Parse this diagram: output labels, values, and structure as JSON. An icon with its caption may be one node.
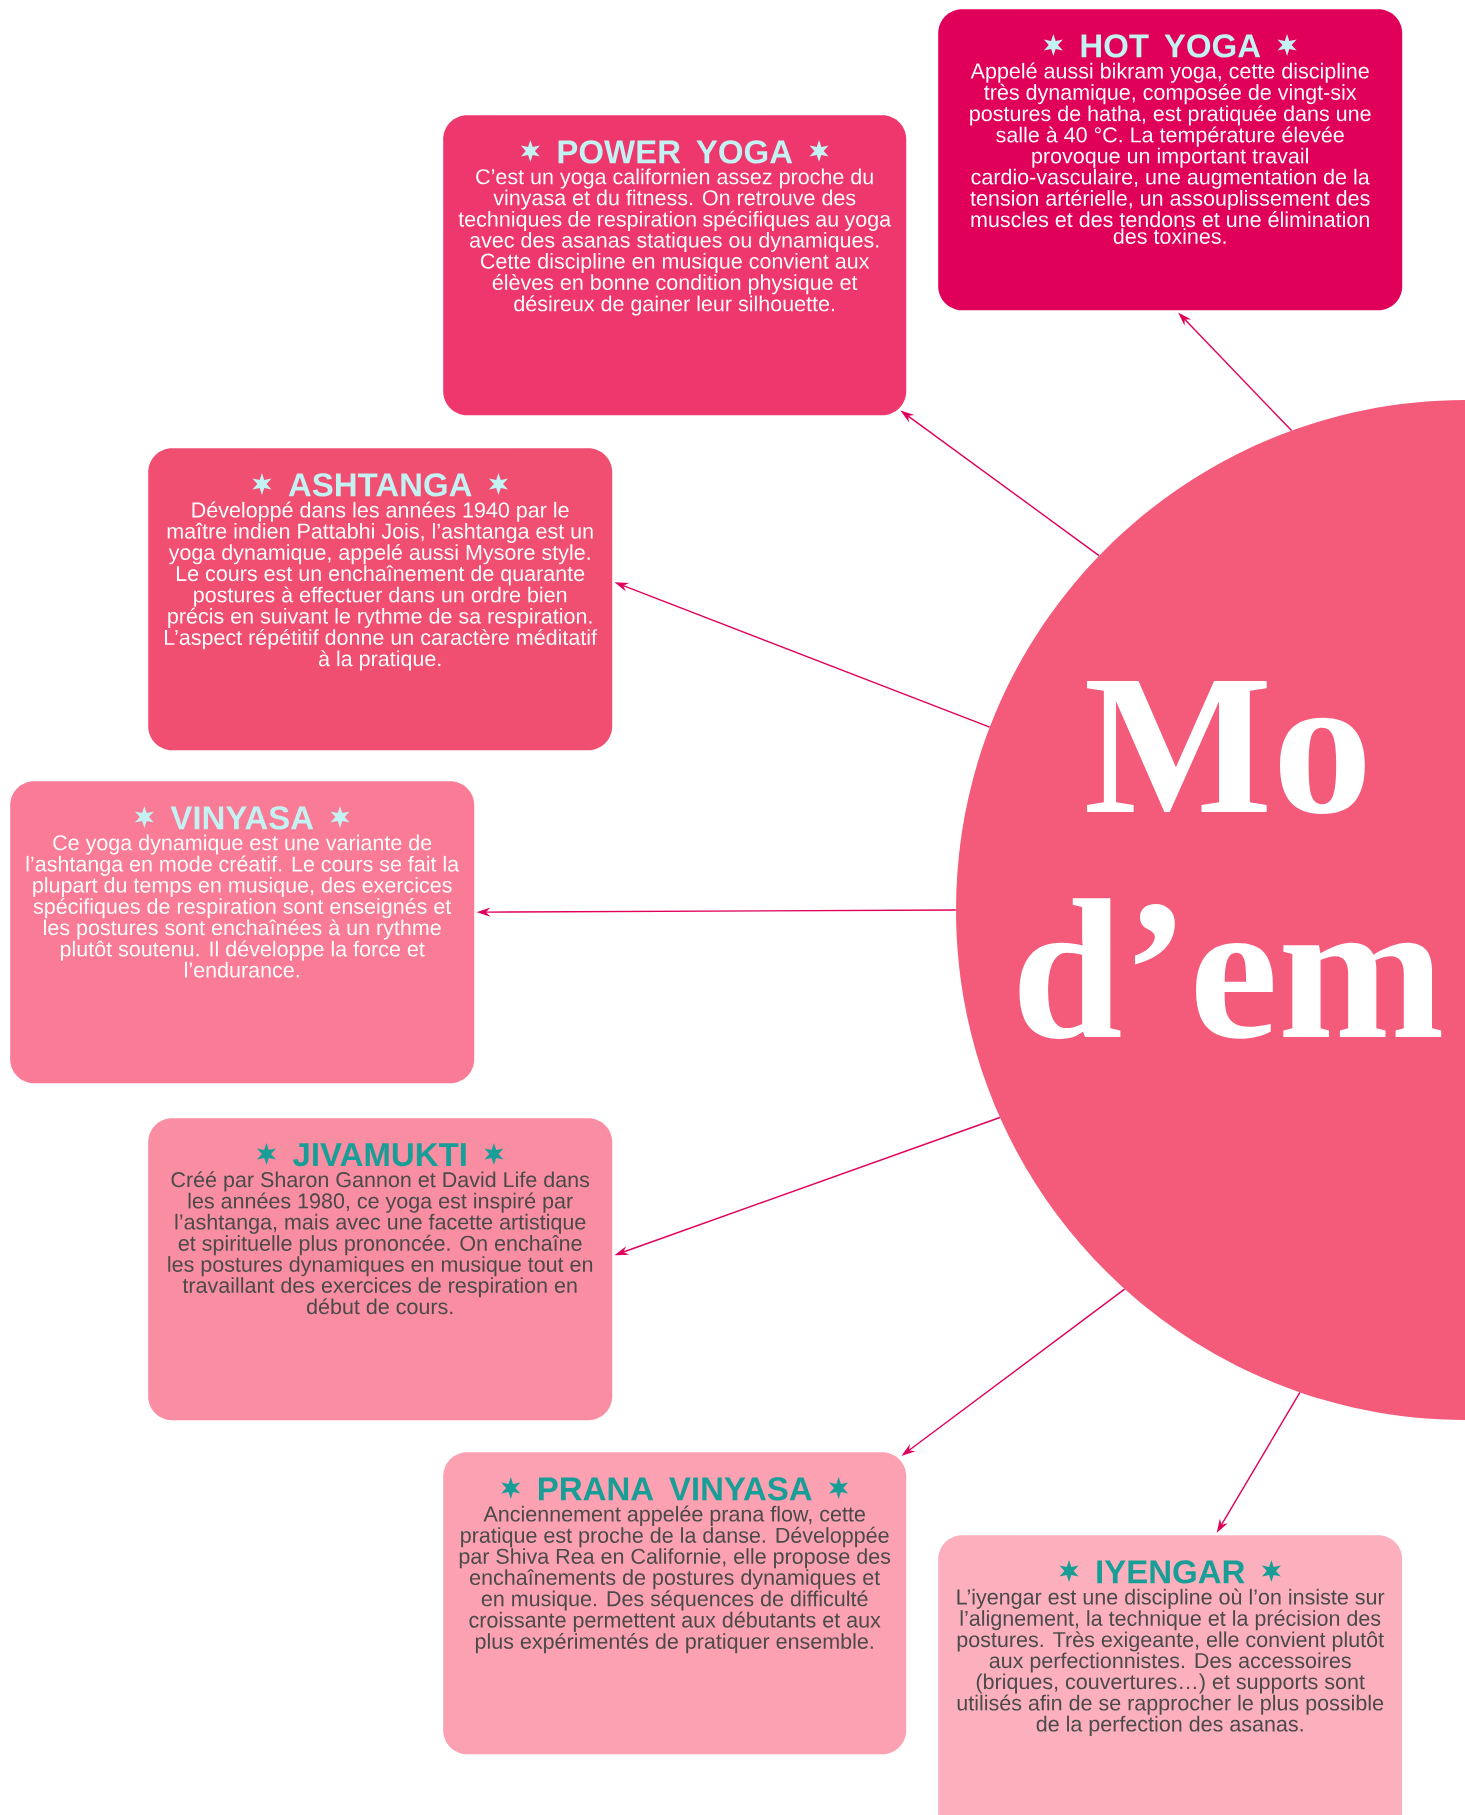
{
  "diagram": {
    "nodes": [
      {
        "text": [
          "HOT YOGA",
          "Appelé aussi bikram yoga, cette discipline très dynamique, composée de vingt-six postures de hatha, est pratiquée dans une salle à 40 °C. La température élevée provoque un important travail cardio-vasculaire, une augmentation de la tension artérielle, un assouplissement des muscles et des tendons et une élimination des toxines."
        ]
      },
      {
        "text": [
          "POWER YOGA",
          "C’est un yoga californien assez proche du vinyasa et du fitness. On retrouve des techniques de respiration spécifiques au yoga avec des asanas statiques ou dynamiques. Cette discipline en musique convient aux élèves en bonne condition physique et désireux de gainer leur silhouette."
        ]
      },
      {
        "text": [
          "ASHTANGA",
          "Développé dans les années 1940 par le maître indien Pattabhi Jois, l’ashtanga est un yoga dynamique, appelé aussi Mysore style. Le cours est un enchaînement de quarante postures à effectuer dans un ordre bien précis en suivant le rythme de sa respiration. L’aspect répétitif donne un caractère méditatif à la pratique."
        ]
      },
      {
        "text": [
          "VINYASA",
          "Ce yoga dynamique est une variante de l’ashtanga en mode créatif. Le cours se fait la plupart du temps en musique, des exercices spécifiques de respiration sont enseignés et les postures sont enchaînées à un rythme plutôt soutenu. Il développe la force et l’endurance."
        ]
      },
      {
        "text": [
          "JIVAMUKTI",
          "Créé par Sharon Gannon et David Life dans les années 1980, ce yoga est inspiré par l’ashtanga, mais avec une facette artistique et spirituelle plus prononcée. On enchaîne les postures dynamiques en musique tout en travaillant des exercices de respiration en début de cours."
        ]
      },
      {
        "text": [
          "PRANA VINYASA",
          "Anciennement appelée prana flow, cette pratique est proche de la danse. Développée par Shiva Rea en Californie, elle propose des enchaînements de postures dynamiques et en musique. Des séquences de difficulté croissante permettent aux débutants et aux plus expérimentés de pratiquer ensemble."
        ]
      },
      {
        "text": [
          "IYENGAR",
          "L’iyengar est une discipline où l’on insiste sur l’alignement, la technique et la précision des postures. Très exigeante, elle convient plutôt aux perfectionnistes. Des accessoires (briques, couvertures…) et supports sont utilisés afin de se rapprocher le plus possible de la perfection des asanas."
        ]
      },
      {
        "text": [
          "Mo d’em"
        ]
      }
    ],
    "edges": [
      {
        "from": 7,
        "to": 0,
        "arrow": "to"
      },
      {
        "from": 7,
        "to": 1,
        "arrow": "to"
      },
      {
        "from": 7,
        "to": 2,
        "arrow": "to"
      },
      {
        "from": 7,
        "to": 3,
        "arrow": "to"
      },
      {
        "from": 7,
        "to": 4,
        "arrow": "to"
      },
      {
        "from": 7,
        "to": 5,
        "arrow": "to"
      },
      {
        "from": 7,
        "to": 6,
        "arrow": "to"
      }
    ]
  }
}
